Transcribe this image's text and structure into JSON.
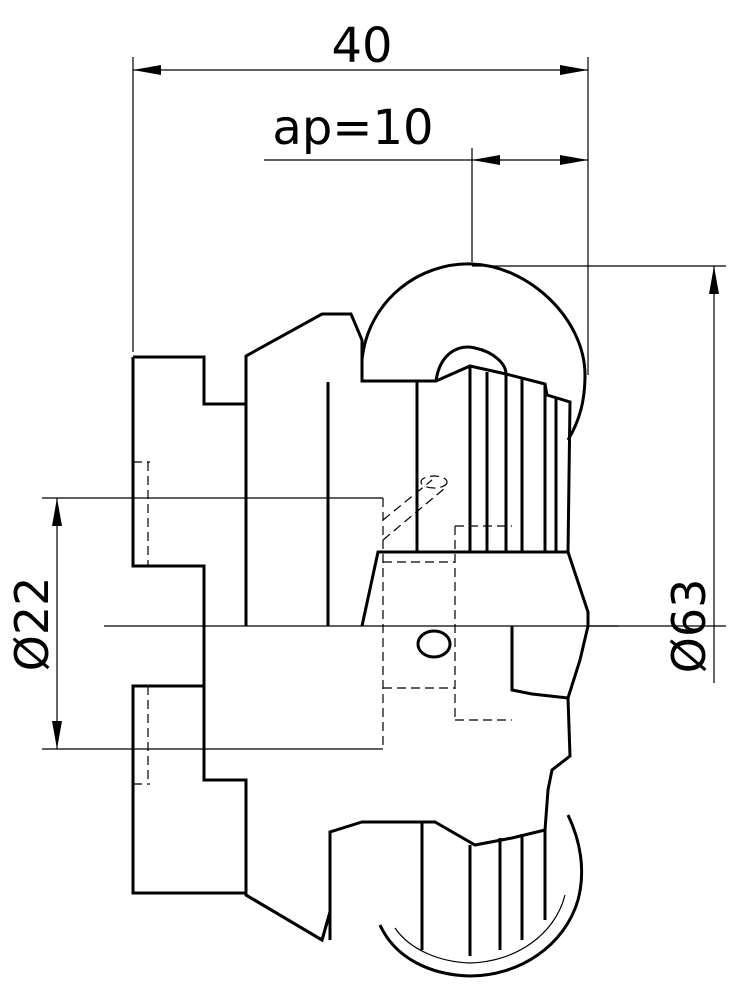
{
  "dimensions": {
    "overall_length": "40",
    "cutting_depth": "ap=10",
    "bore_diameter": "Ø22",
    "outer_diameter": "Ø63"
  },
  "colors": {
    "line": "#000000",
    "background": "#ffffff"
  }
}
